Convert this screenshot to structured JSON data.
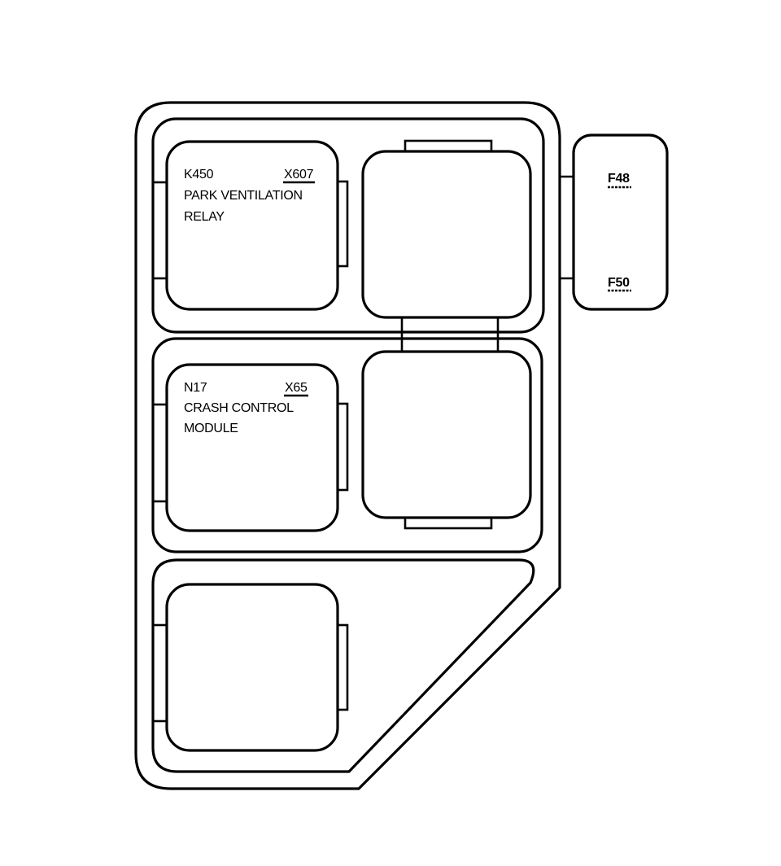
{
  "relay_k450": {
    "code": "K450",
    "connector": "X607",
    "name_line1": "PARK VENTILATION",
    "name_line2": "RELAY"
  },
  "module_n17": {
    "code": "N17",
    "connector": "X65",
    "name_line1": "CRASH CONTROL",
    "name_line2": "MODULE"
  },
  "fuse_block": {
    "top_fuse": "F48",
    "bottom_fuse": "F50"
  },
  "colors": {
    "line": "#000000",
    "background": "#ffffff"
  }
}
